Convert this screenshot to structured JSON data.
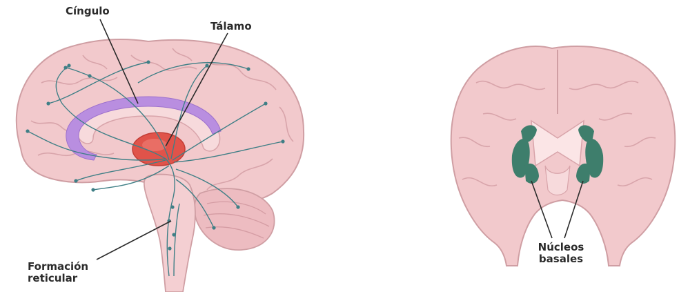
{
  "labels": {
    "cingulo": "Cíngulo",
    "talamo": "Tálamo",
    "formacion_line1": "Formación",
    "formacion_line2": "reticular",
    "nucleos_line1": "Núcleos",
    "nucleos_line2": "basales"
  },
  "colors": {
    "brain_fill": "#f2c9cc",
    "brain_outline": "#cf9ea3",
    "cingulum": "#b98ee0",
    "thalamus": "#e0534a",
    "pathways": "#3f7f86",
    "basal_nuclei": "#3e7e6c",
    "leader_lines": "#2b2b2b"
  },
  "icons": {
    "sagittal_view": "sagittal-brain-illustration",
    "coronal_view": "coronal-brain-illustration"
  }
}
